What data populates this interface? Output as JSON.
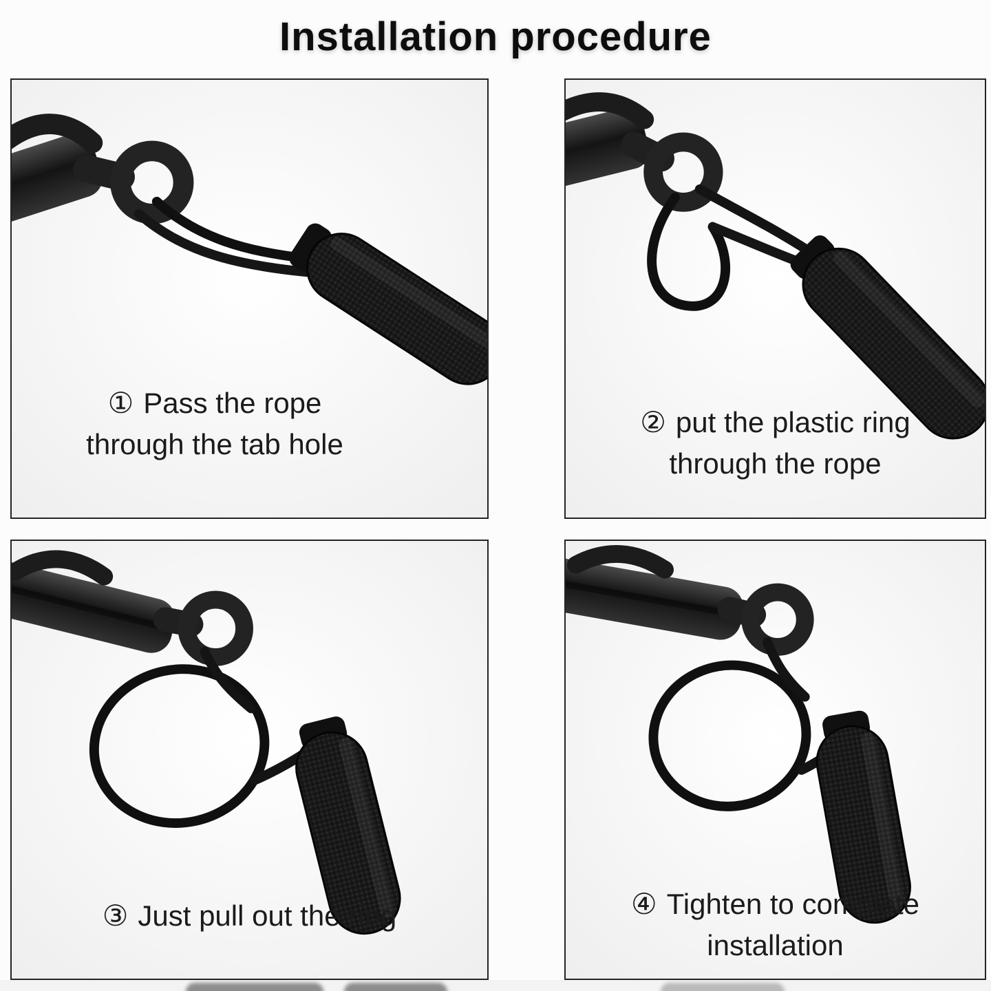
{
  "title": "Installation procedure",
  "steps": [
    {
      "number": "①",
      "line1": "Pass the rope",
      "line2": "through the tab hole"
    },
    {
      "number": "②",
      "line1": "put the plastic ring",
      "line2": "through the rope"
    },
    {
      "number": "③",
      "line1": "Just pull out the ring",
      "line2": ""
    },
    {
      "number": "④",
      "line1": "Tighten to complete",
      "line2": "installation"
    }
  ],
  "colors": {
    "cord": "#101010",
    "grip": "#1a1a1a",
    "slider_metal": "#1c1c1c",
    "panel_border": "#242424",
    "text": "#1b1b1b",
    "background": "#fcfcfc"
  }
}
